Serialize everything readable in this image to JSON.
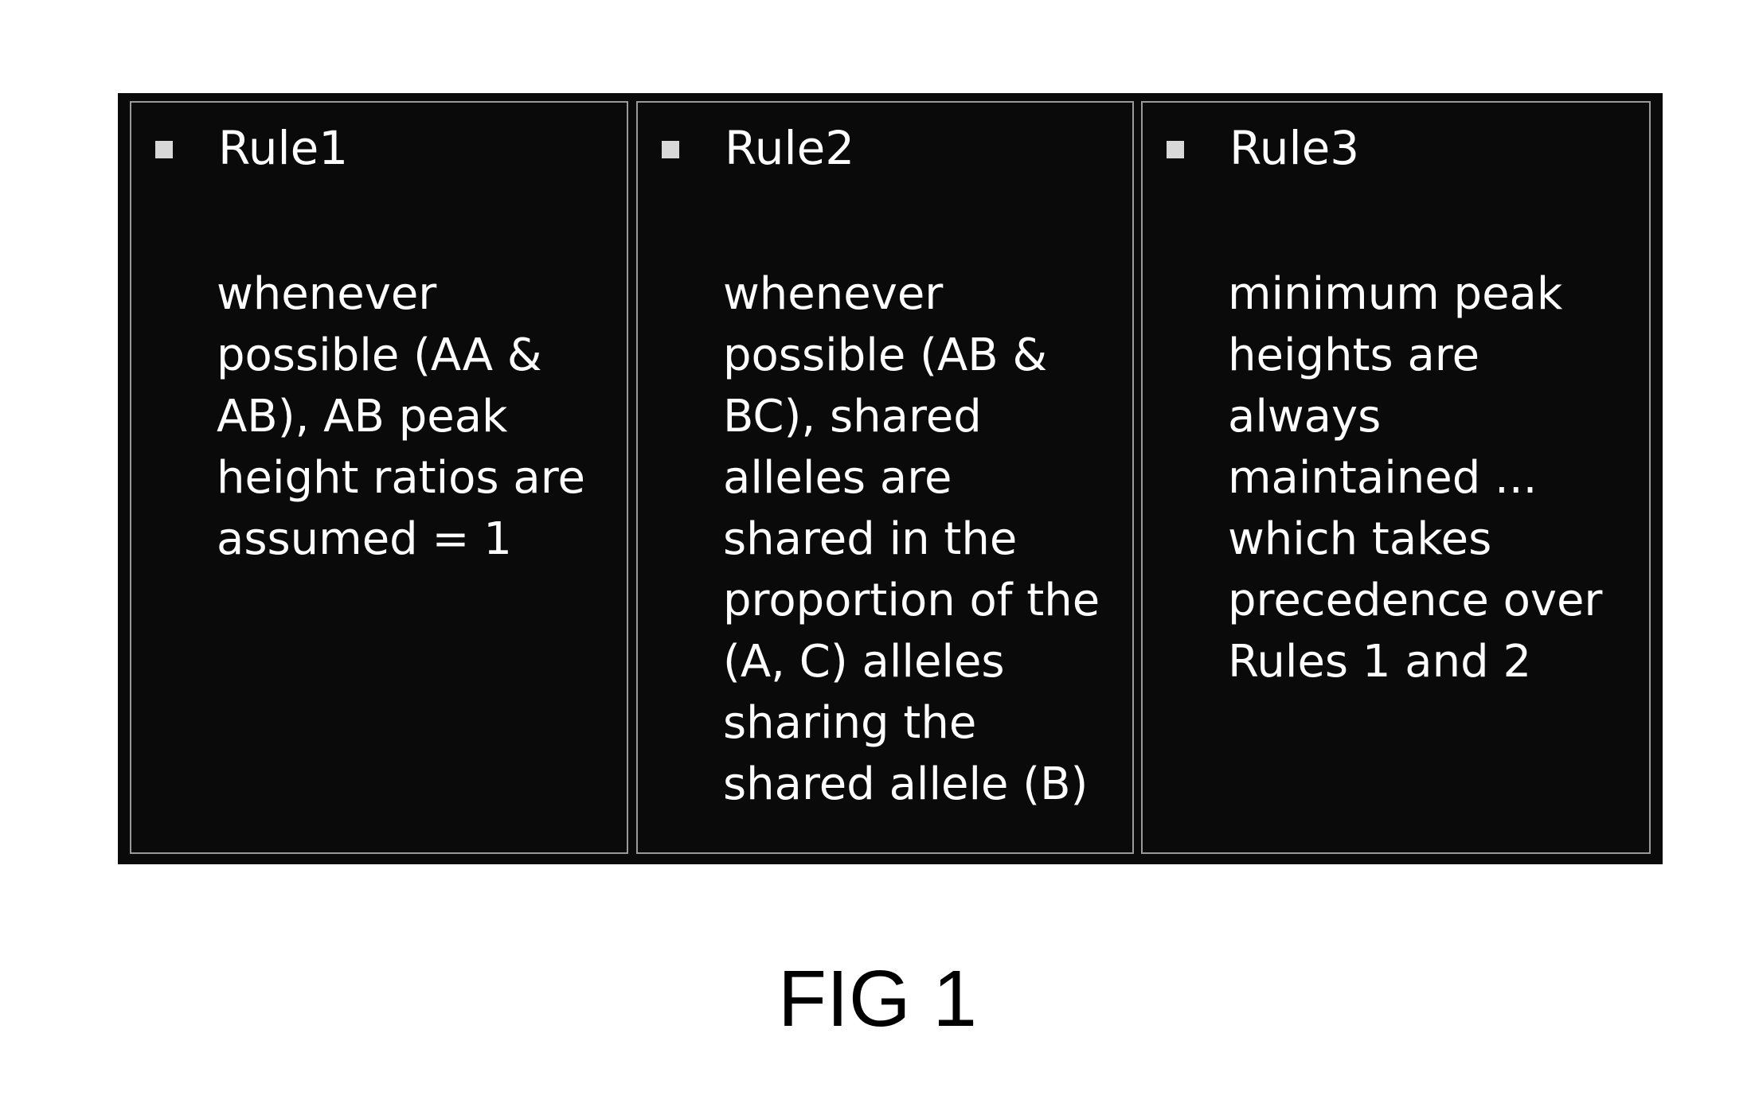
{
  "rules": [
    {
      "title": "Rule1",
      "lines": [
        "whenever",
        "possible (AA &",
        "AB), AB peak",
        "height ratios are",
        "assumed = 1"
      ]
    },
    {
      "title": "Rule2",
      "lines": [
        "whenever",
        "possible (AB &",
        "BC), shared",
        "alleles are",
        "shared in the",
        "proportion of the",
        "(A, C) alleles",
        "sharing the",
        "shared allele (B)"
      ]
    },
    {
      "title": "Rule3",
      "lines": [
        "minimum peak",
        "heights are",
        "always",
        "maintained ...",
        "which takes",
        "precedence over",
        "Rules 1 and 2"
      ]
    }
  ],
  "caption": "FIG 1"
}
